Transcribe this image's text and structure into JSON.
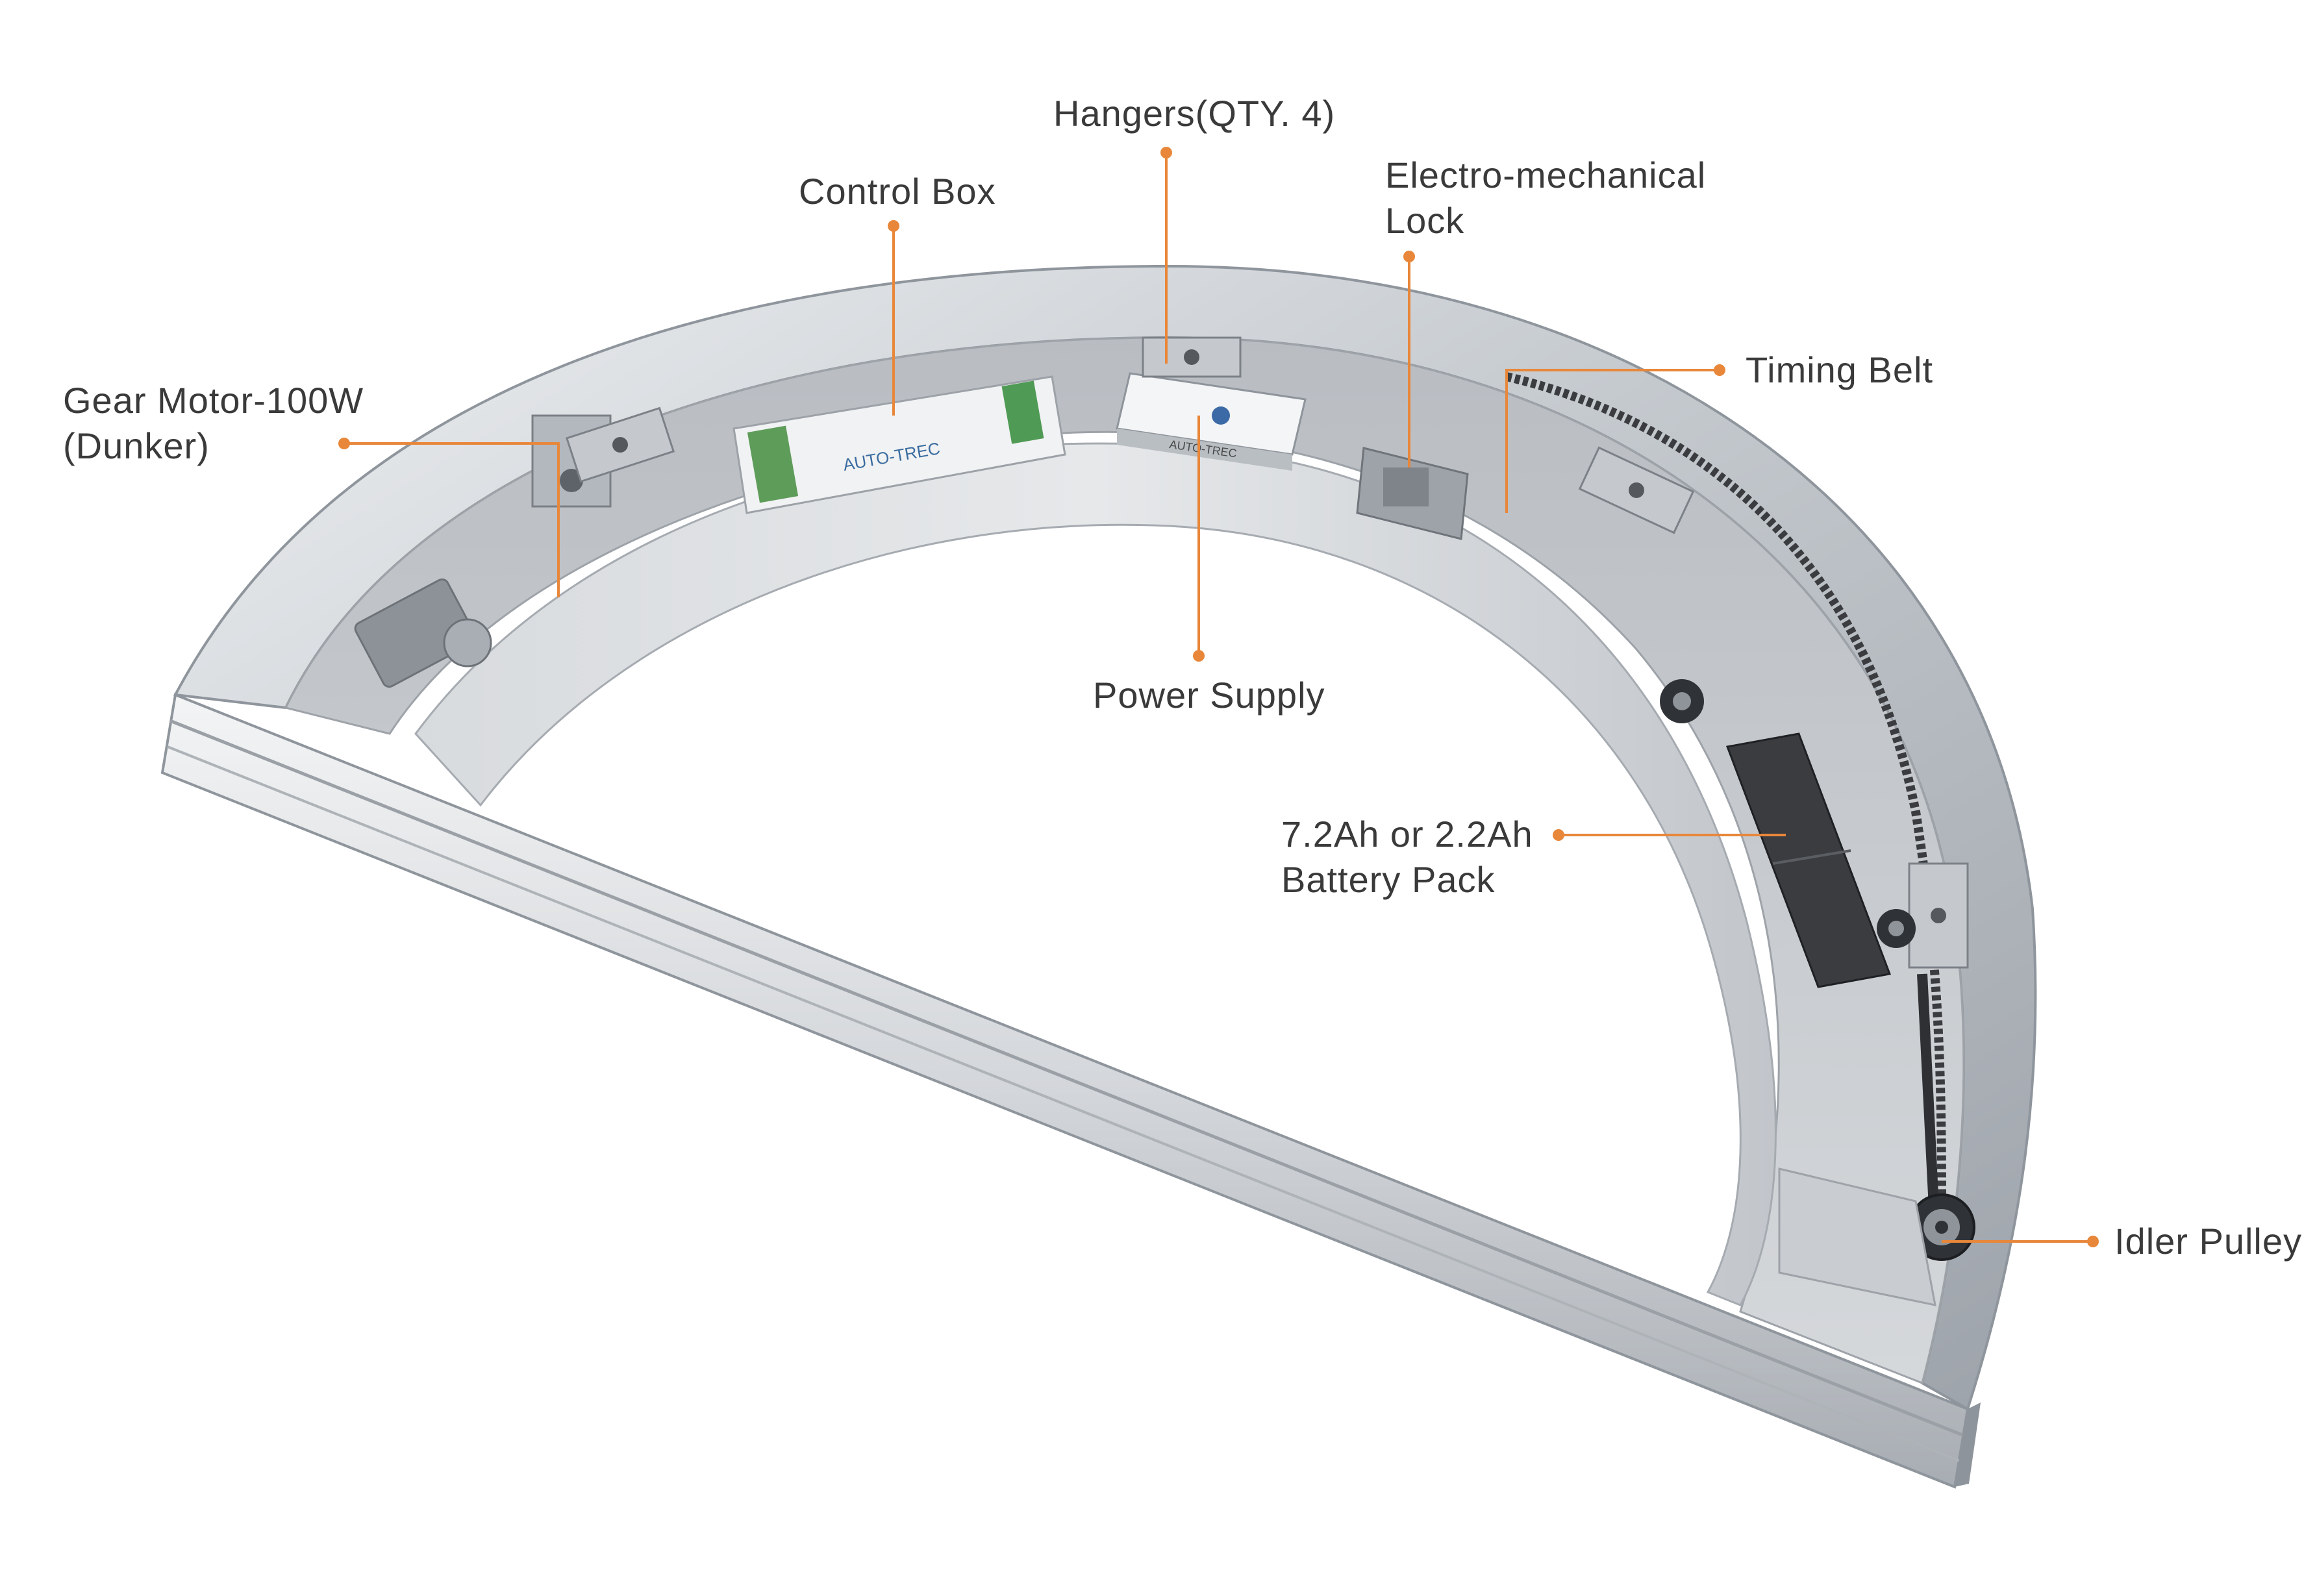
{
  "colors": {
    "accent": "#e8873a",
    "label_text": "#3a3a3a",
    "aluminium": "#c9cdd2",
    "aluminium_dark": "#8e949b",
    "inner_panel": "#dcdfe2"
  },
  "callouts": [
    {
      "id": "hangers",
      "lines": [
        "Hangers(QTY. 4)"
      ]
    },
    {
      "id": "control-box",
      "lines": [
        "Control Box"
      ]
    },
    {
      "id": "lock",
      "lines": [
        "Electro-mechanical",
        "Lock"
      ]
    },
    {
      "id": "timing-belt",
      "lines": [
        "Timing Belt"
      ]
    },
    {
      "id": "gear-motor",
      "lines": [
        "Gear Motor-100W",
        "(Dunker)"
      ]
    },
    {
      "id": "power-supply",
      "lines": [
        "Power Supply"
      ]
    },
    {
      "id": "battery",
      "lines": [
        "7.2Ah or 2.2Ah",
        "Battery Pack"
      ]
    },
    {
      "id": "idler-pulley",
      "lines": [
        "Idler Pulley"
      ]
    }
  ],
  "control_box": {
    "brand_text": "AUTO-TREC"
  },
  "power_supply": {
    "brand_text": "AUTO-TREC"
  }
}
